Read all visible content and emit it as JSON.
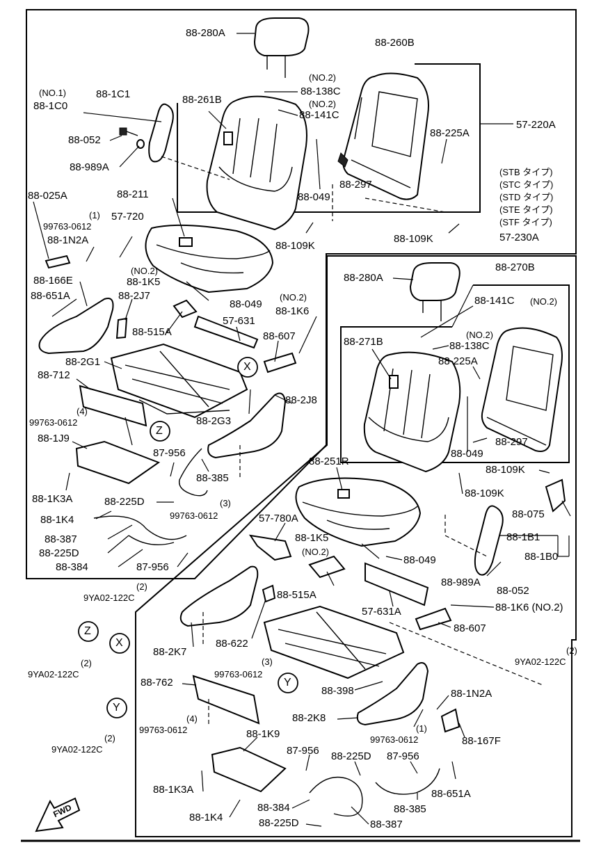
{
  "labels": {
    "l_280A_top": "88-280A",
    "l_260B": "88-260B",
    "l_no2_a": "(NO.2)",
    "l_138C_a": "88-138C",
    "l_no2_b": "(NO.2)",
    "l_141C_a": "88-141C",
    "l_261B": "88-261B",
    "l_no1": "(NO.1)",
    "l_1C0": "88-1C0",
    "l_1C1": "88-1C1",
    "l_052_a": "88-052",
    "l_989A_a": "88-989A",
    "l_225A_a": "88-225A",
    "l_57220A": "57-220A",
    "l_049_a": "88-049",
    "l_297_a": "88-297",
    "l_025A": "88-025A",
    "l_211": "88-211",
    "l_1_a": "(1)",
    "l_99763_a": "99763-0612",
    "l_57720": "57-720",
    "l_1N2A_a": "88-1N2A",
    "l_109K_a": "88-109K",
    "l_109K_b": "88-109K",
    "l_stb": "(STB タイプ)",
    "l_stc": "(STC タイプ)",
    "l_std": "(STD タイプ)",
    "l_ste": "(STE タイプ)",
    "l_stf": "(STF タイプ)",
    "l_57230A": "57-230A",
    "l_no2_c": "(NO.2)",
    "l_1K5_a": "88-1K5",
    "l_166E": "88-166E",
    "l_651A_a": "88-651A",
    "l_2J7": "88-2J7",
    "l_049_b": "88-049",
    "l_no2_d": "(NO.2)",
    "l_1K6_a": "88-1K6",
    "l_57631": "57-631",
    "l_515A_a": "88-515A",
    "l_607_a": "88-607",
    "l_2G1": "88-2G1",
    "l_712": "88-712",
    "l_2J8": "88-2J8",
    "l_4_a": "(4)",
    "l_99763_b": "99763-0612",
    "l_2G3": "88-2G3",
    "l_1J9": "88-1J9",
    "l_87956_a": "87-956",
    "l_385_a": "88-385",
    "l_1K3A_a": "88-1K3A",
    "l_225D_a": "88-225D",
    "l_3_a": "(3)",
    "l_99763_c": "99763-0612",
    "l_1K4_a": "88-1K4",
    "l_387_a": "88-387",
    "l_225D_b": "88-225D",
    "l_384_a": "88-384",
    "l_87956_b": "87-956",
    "l_280A_b": "88-280A",
    "l_270B": "88-270B",
    "l_141C_b": "88-141C",
    "l_no2_e": "(NO.2)",
    "l_no2_f": "(NO.2)",
    "l_138C_b": "88-138C",
    "l_271B": "88-271B",
    "l_225A_b": "88-225A",
    "l_297_b": "88-297",
    "l_049_c": "88-049",
    "l_109K_c": "88-109K",
    "l_109K_d": "88-109K",
    "l_251R": "88-251R",
    "l_075": "88-075",
    "l_57780A": "57-780A",
    "l_1K5_b": "88-1K5",
    "l_no2_g": "(NO.2)",
    "l_049_d": "88-049",
    "l_1B1": "88-1B1",
    "l_1B0": "88-1B0",
    "l_2_a": "(2)",
    "l_9YA_a": "9YA02-122C",
    "l_515A_b": "88-515A",
    "l_989A_b": "88-989A",
    "l_052_b": "88-052",
    "l_57631A": "57-631A",
    "l_1K6_b": "88-1K6 (NO.2)",
    "l_607_b": "88-607",
    "l_2_b": "(2)",
    "l_9YA_b": "9YA02-122C",
    "l_2K7": "88-2K7",
    "l_622": "88-622",
    "l_3_b": "(3)",
    "l_99763_d": "99763-0612",
    "l_2_c": "(2)",
    "l_9YA_c": "9YA02-122C",
    "l_2_d": "(2)",
    "l_9YA_d": "9YA02-122C",
    "l_762": "88-762",
    "l_398": "88-398",
    "l_1N2A_b": "88-1N2A",
    "l_4_b": "(4)",
    "l_99763_e": "99763-0612",
    "l_2K8": "88-2K8",
    "l_1K9": "88-1K9",
    "l_1_b": "(1)",
    "l_99763_f": "99763-0612",
    "l_167F": "88-167F",
    "l_87956_c": "87-956",
    "l_225D_c": "88-225D",
    "l_87956_d": "87-956",
    "l_1K3A_b": "88-1K3A",
    "l_651A_b": "88-651A",
    "l_1K4_b": "88-1K4",
    "l_384_b": "88-384",
    "l_385_b": "88-385",
    "l_225D_d": "88-225D",
    "l_387_b": "88-387"
  },
  "markers": {
    "x_top": "X",
    "z_top": "Z",
    "y_mid": "Y",
    "z_left": "Z",
    "x_left": "X",
    "y_left": "Y"
  },
  "fwd": "FWD"
}
